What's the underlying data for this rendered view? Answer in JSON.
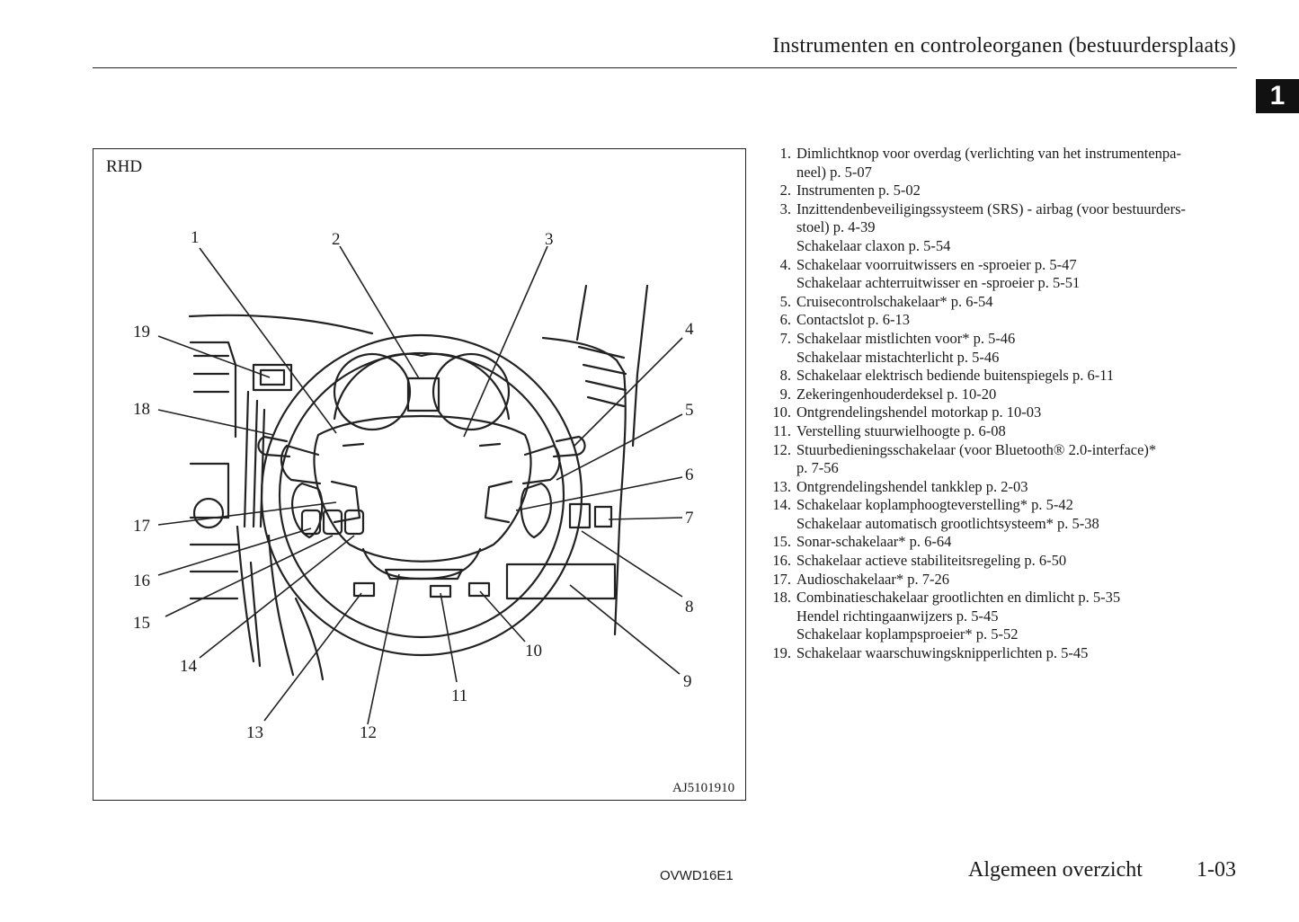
{
  "header": {
    "title": "Instrumenten en controleorganen (bestuurdersplaats)",
    "chapter": "1"
  },
  "figure": {
    "label": "RHD",
    "code": "AJ5101910",
    "callouts": [
      "1",
      "2",
      "3",
      "4",
      "5",
      "6",
      "7",
      "8",
      "9",
      "10",
      "11",
      "12",
      "13",
      "14",
      "15",
      "16",
      "17",
      "18",
      "19"
    ]
  },
  "legend": [
    {
      "num": "1.",
      "lines": [
        "Dimlichtknop voor overdag (verlichting van het instrumentenpa-",
        "neel) p. 5-07"
      ]
    },
    {
      "num": "2.",
      "lines": [
        "Instrumenten p. 5-02"
      ]
    },
    {
      "num": "3.",
      "lines": [
        "Inzittendenbeveiligingssysteem (SRS) - airbag (voor bestuurders-",
        "stoel) p. 4-39",
        "Schakelaar claxon p. 5-54"
      ]
    },
    {
      "num": "4.",
      "lines": [
        "Schakelaar voorruitwissers en -sproeier p. 5-47",
        "Schakelaar achterruitwisser en -sproeier p. 5-51"
      ]
    },
    {
      "num": "5.",
      "lines": [
        "Cruisecontrolschakelaar* p. 6-54"
      ]
    },
    {
      "num": "6.",
      "lines": [
        "Contactslot p. 6-13"
      ]
    },
    {
      "num": "7.",
      "lines": [
        "Schakelaar mistlichten voor* p. 5-46",
        "Schakelaar mistachterlicht p. 5-46"
      ]
    },
    {
      "num": "8.",
      "lines": [
        "Schakelaar elektrisch bediende buitenspiegels p. 6-11"
      ]
    },
    {
      "num": "9.",
      "lines": [
        "Zekeringenhouderdeksel p. 10-20"
      ]
    },
    {
      "num": "10.",
      "lines": [
        "Ontgrendelingshendel motorkap p. 10-03"
      ]
    },
    {
      "num": "11.",
      "lines": [
        "Verstelling stuurwielhoogte p. 6-08"
      ]
    },
    {
      "num": "12.",
      "lines": [
        "Stuurbedieningsschakelaar (voor Bluetooth® 2.0-interface)*",
        "p. 7-56"
      ]
    },
    {
      "num": "13.",
      "lines": [
        "Ontgrendelingshendel tankklep p. 2-03"
      ]
    },
    {
      "num": "14.",
      "lines": [
        "Schakelaar koplamphoogteverstelling* p. 5-42",
        "Schakelaar automatisch grootlichtsysteem* p. 5-38"
      ]
    },
    {
      "num": "15.",
      "lines": [
        "Sonar-schakelaar* p. 6-64"
      ]
    },
    {
      "num": "16.",
      "lines": [
        "Schakelaar actieve stabiliteitsregeling p. 6-50"
      ]
    },
    {
      "num": "17.",
      "lines": [
        "Audioschakelaar* p. 7-26"
      ]
    },
    {
      "num": "18.",
      "lines": [
        "Combinatieschakelaar grootlichten en dimlicht p. 5-35",
        "Hendel richtingaanwijzers p. 5-45",
        "Schakelaar koplampsproeier* p. 5-52"
      ]
    },
    {
      "num": "19.",
      "lines": [
        "Schakelaar waarschuwingsknipperlichten p. 5-45"
      ]
    }
  ],
  "footer": {
    "code": "OVWD16E1",
    "section": "Algemeen overzicht",
    "page": "1-03"
  }
}
